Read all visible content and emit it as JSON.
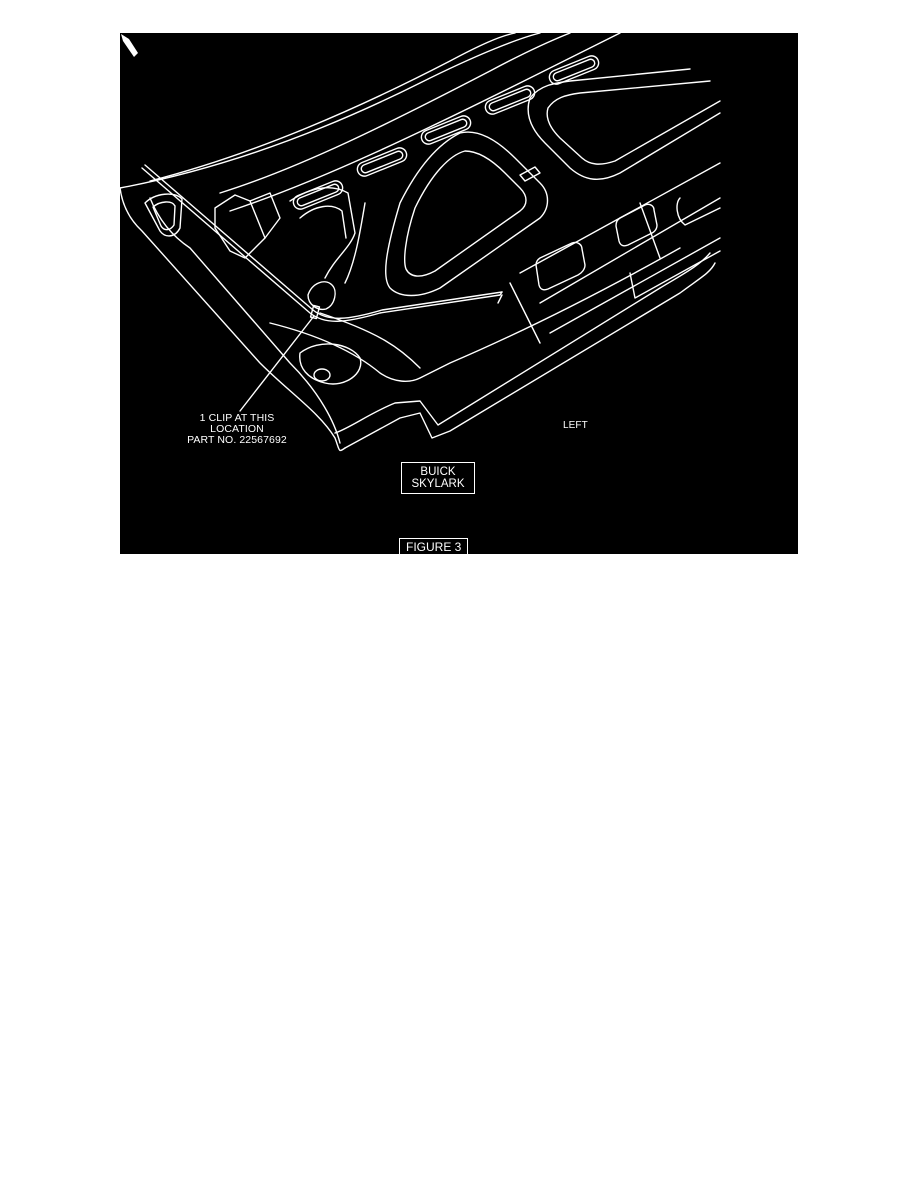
{
  "figure": {
    "callout_lines": [
      "1 CLIP AT THIS",
      "LOCATION",
      "PART NO. 22567692"
    ],
    "model_label_lines": [
      "BUICK",
      "SKYLARK"
    ],
    "direction_label": "LEFT",
    "direction_icon": "direction-arrow-icon",
    "caption": "FIGURE 3",
    "colors": {
      "background": "#000000",
      "lines": "#ffffff",
      "page": "#ffffff"
    }
  }
}
